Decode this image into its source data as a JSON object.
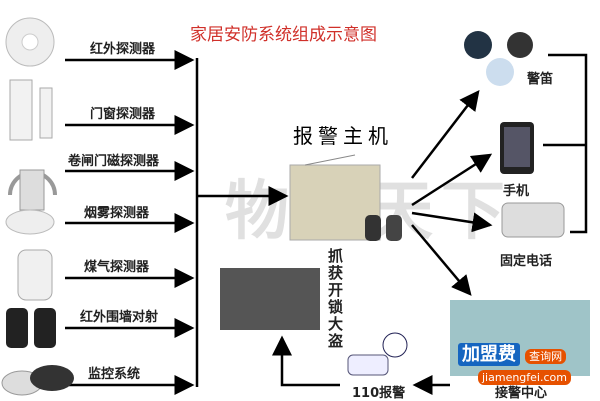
{
  "title": "家居安防系统组成示意图",
  "watermark": "物联天下",
  "detectors": [
    {
      "label": "红外探测器",
      "icon": "smoke-detector-icon"
    },
    {
      "label": "门窗探测器",
      "icon": "door-sensor-icon"
    },
    {
      "label": "卷闸门磁探测器",
      "icon": "magnetic-sensor-icon"
    },
    {
      "label": "烟雾探测器",
      "icon": "smoke-alarm-icon"
    },
    {
      "label": "煤气探测器",
      "icon": "gas-detector-icon"
    },
    {
      "label": "红外围墙对射",
      "icon": "infrared-beam-icon"
    },
    {
      "label": "监控系统",
      "icon": "camera-icon"
    }
  ],
  "main_unit": {
    "label": "报警主机"
  },
  "outputs": {
    "siren": "警笛",
    "mobile": "手机",
    "landline": "固定电话",
    "center": "接警中心",
    "police": "110报警",
    "caught": "抓获开锁大盗"
  },
  "logo": {
    "text": "加盟费",
    "tag": "查询网",
    "url": "jiamengfei.com"
  }
}
